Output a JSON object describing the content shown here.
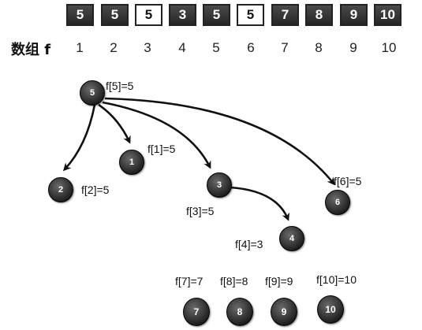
{
  "array": {
    "label": "数组 f",
    "cells": [
      {
        "value": "5",
        "highlight": false
      },
      {
        "value": "5",
        "highlight": false
      },
      {
        "value": "5",
        "highlight": true
      },
      {
        "value": "3",
        "highlight": false
      },
      {
        "value": "5",
        "highlight": false
      },
      {
        "value": "5",
        "highlight": true
      },
      {
        "value": "7",
        "highlight": false
      },
      {
        "value": "8",
        "highlight": false
      },
      {
        "value": "9",
        "highlight": false
      },
      {
        "value": "10",
        "highlight": false
      }
    ],
    "indices": [
      "1",
      "2",
      "3",
      "4",
      "5",
      "6",
      "7",
      "8",
      "9",
      "10"
    ]
  },
  "tree": {
    "nodes": [
      {
        "id": "5",
        "label": "f[5]=5"
      },
      {
        "id": "2",
        "label": "f[2]=5"
      },
      {
        "id": "1",
        "label": "f[1]=5"
      },
      {
        "id": "3",
        "label": "f[3]=5"
      },
      {
        "id": "6",
        "label": "f[6]=5"
      },
      {
        "id": "4",
        "label": "f[4]=3"
      }
    ],
    "edges": [
      {
        "from": "5",
        "to": "2"
      },
      {
        "from": "5",
        "to": "1"
      },
      {
        "from": "5",
        "to": "3"
      },
      {
        "from": "5",
        "to": "6"
      },
      {
        "from": "3",
        "to": "4"
      }
    ]
  },
  "isolated": [
    {
      "id": "7",
      "label": "f[7]=7"
    },
    {
      "id": "8",
      "label": "f[8]=8"
    },
    {
      "id": "9",
      "label": "f[9]=9"
    },
    {
      "id": "10",
      "label": "f[10]=10"
    }
  ]
}
